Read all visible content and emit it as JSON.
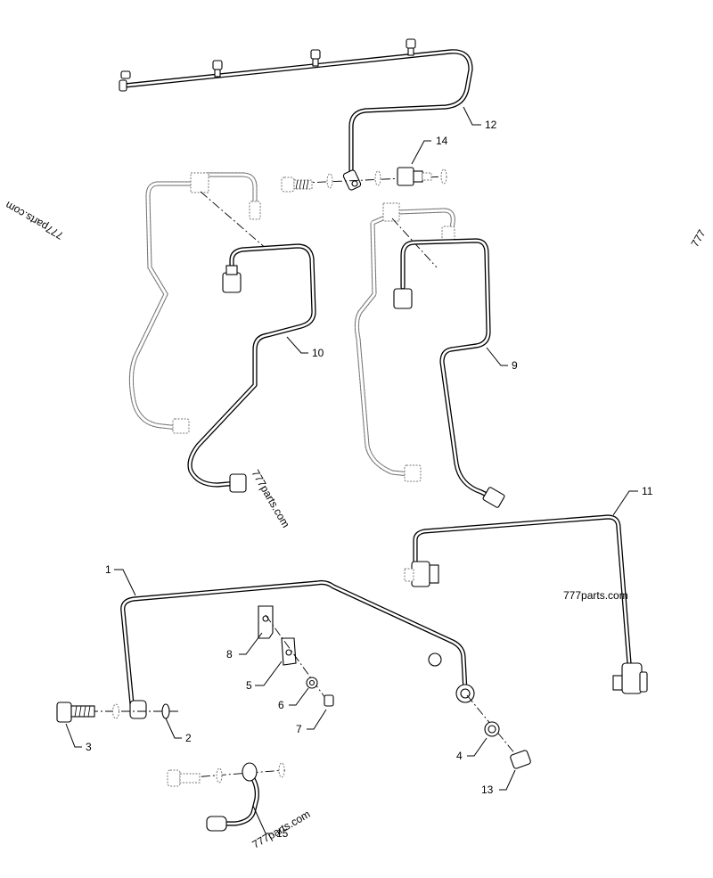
{
  "callouts": {
    "c1": "1",
    "c2": "2",
    "c3": "3",
    "c4": "4",
    "c5": "5",
    "c6": "6",
    "c7": "7",
    "c8": "8",
    "c9": "9",
    "c10": "10",
    "c11": "11",
    "c12": "12",
    "c13": "13",
    "c14": "14",
    "c15": "15"
  },
  "watermarks": {
    "w1": "777parts.com",
    "w2": "777parts.com",
    "w3": "777parts.com",
    "w4": "777parts.com",
    "w5": "777"
  }
}
